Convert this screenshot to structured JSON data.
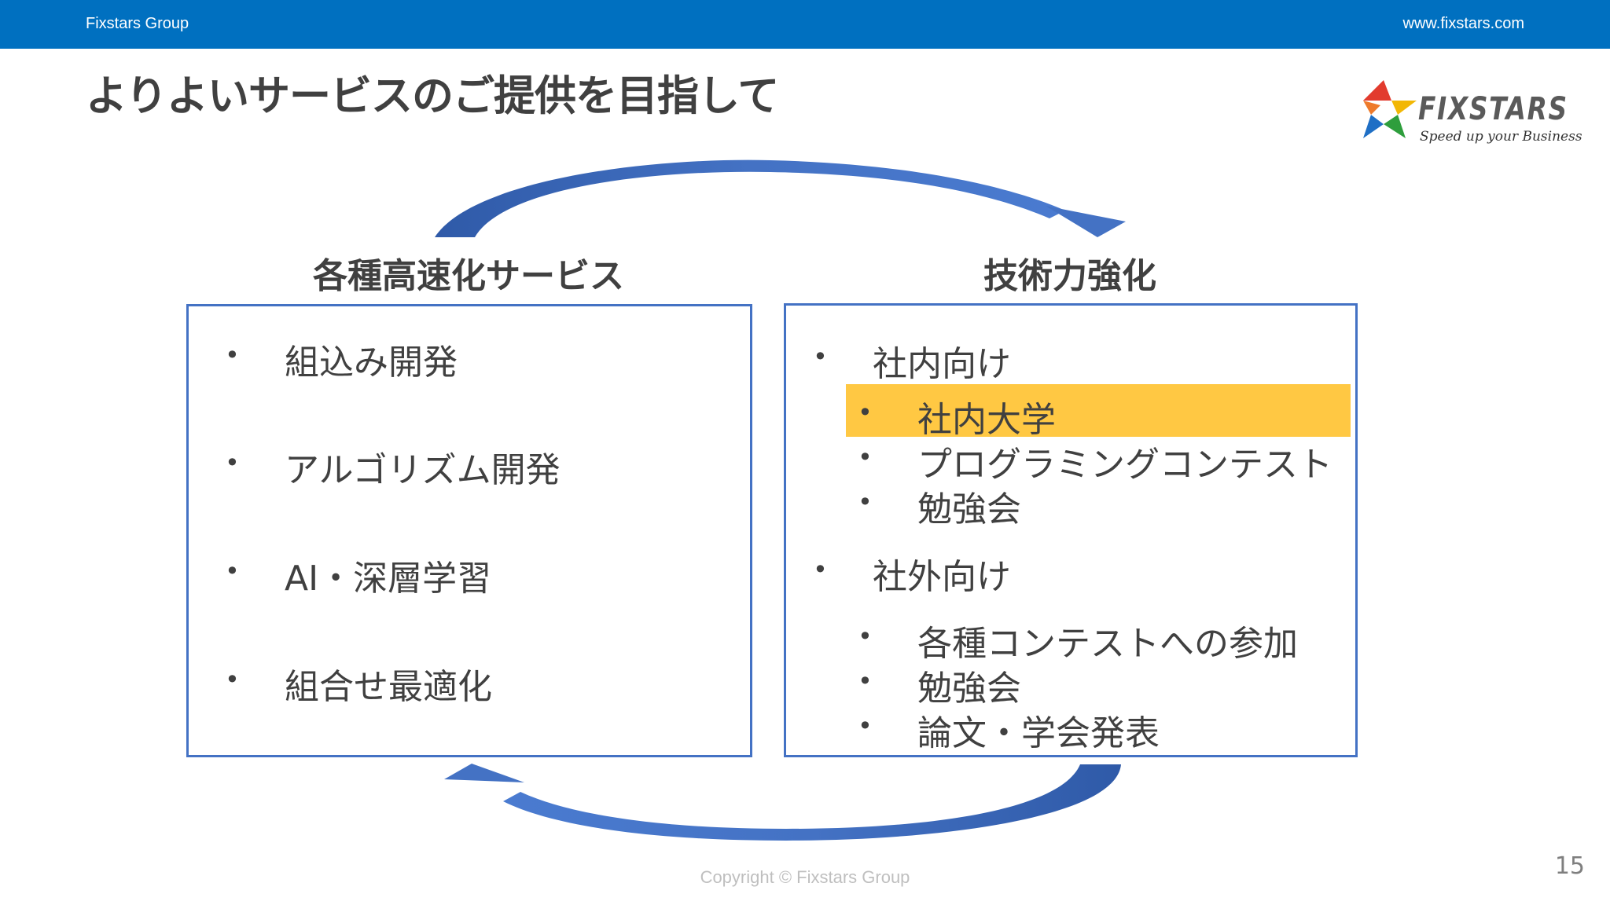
{
  "header": {
    "left_text": "Fixstars Group",
    "right_text": "www.fixstars.com",
    "bar_color": "#0070C0"
  },
  "slide": {
    "title": "よりよいサービスのご提供を目指して",
    "page_number": "15",
    "copyright": "Copyright © Fixstars Group"
  },
  "logo": {
    "word": "FIXSTARS",
    "tagline": "Speed up your Business"
  },
  "left_column": {
    "title": "各種高速化サービス",
    "items": [
      "組込み開発",
      "アルゴリズム開発",
      "AI・深層学習",
      "組合せ最適化"
    ]
  },
  "right_column": {
    "title": "技術力強化",
    "groups": [
      {
        "label": "社内向け",
        "items": [
          "社内大学",
          "プログラミングコンテスト",
          "勉強会"
        ],
        "highlighted_index": 0
      },
      {
        "label": "社外向け",
        "items": [
          "各種コンテストへの参加",
          "勉強会",
          "論文・学会発表"
        ]
      }
    ]
  },
  "bullet": "•",
  "colors": {
    "box_border": "#4472C4",
    "arrow": "#4472C4",
    "highlight": "#FFC843",
    "text": "#404040"
  }
}
